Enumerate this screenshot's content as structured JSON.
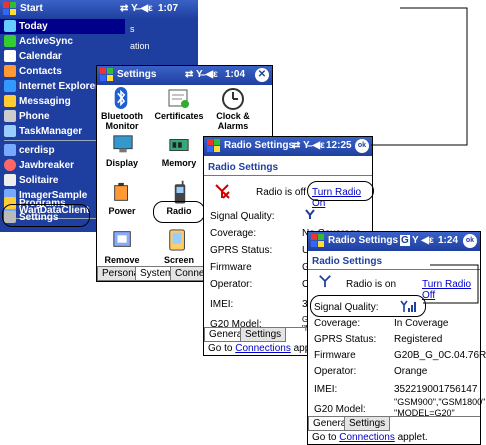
{
  "start_window": {
    "title": "Start",
    "time": "1:07",
    "menu": [
      "Today",
      "ActiveSync",
      "Calendar",
      "Contacts",
      "Internet Explorer",
      "Messaging",
      "Phone",
      "TaskManager",
      "cerdisp",
      "Jawbreaker",
      "Solitaire",
      "ImagerSample",
      "WanDataClient",
      "Programs",
      "Settings"
    ],
    "partial_right": [
      "s",
      "ation"
    ]
  },
  "settings_window": {
    "title": "Settings",
    "time": "1:04",
    "close": "✕",
    "icons": [
      "Bluetooth Monitor",
      "Certificates",
      "Clock & Alarms",
      "Display",
      "Memory",
      "Power",
      "Radio",
      "Remove",
      "Screen"
    ],
    "tabs": [
      "Personal",
      "System",
      "Connection"
    ]
  },
  "radio_off_window": {
    "title": "Radio Settings",
    "time": "12:25",
    "ok": "ok",
    "header": "Radio Settings",
    "status_text": "Radio is off",
    "action_link": "Turn Radio On",
    "rows": [
      {
        "label": "Signal Quality:",
        "value": ""
      },
      {
        "label": "Coverage:",
        "value": "No Coverage"
      },
      {
        "label": "GPRS Status:",
        "value": "UnR"
      },
      {
        "label": "Firmware",
        "value": "G20"
      },
      {
        "label": "Operator:",
        "value": "Ora"
      },
      {
        "label": "IMEI:",
        "value": "352"
      },
      {
        "label": "G20 Model:",
        "value": "GSM\n\"MO"
      }
    ],
    "tabs": [
      "General",
      "Settings"
    ],
    "footer_pre": "Go to ",
    "footer_link": "Connections",
    "footer_post": " applet."
  },
  "radio_on_window": {
    "title": "Radio Settings",
    "time": "1:24",
    "ok": "ok",
    "status_g": "G",
    "header": "Radio Settings",
    "status_text": "Radio is on",
    "action_link": "Turn Radio Off",
    "rows": [
      {
        "label": "Signal Quality:",
        "value": ""
      },
      {
        "label": "Coverage:",
        "value": "In Coverage"
      },
      {
        "label": "GPRS Status:",
        "value": "Registered"
      },
      {
        "label": "Firmware",
        "value": "G20B_G_0C.04.76R"
      },
      {
        "label": "Operator:",
        "value": "Orange"
      },
      {
        "label": "IMEI:",
        "value": "352219001756147"
      },
      {
        "label": "G20 Model:",
        "value": "\"GSM900\",\"GSM1800\"\n\"MODEL=G20\""
      }
    ],
    "tabs": [
      "General",
      "Settings"
    ],
    "footer_pre": "Go to ",
    "footer_link": "Connections",
    "footer_post": " applet."
  }
}
